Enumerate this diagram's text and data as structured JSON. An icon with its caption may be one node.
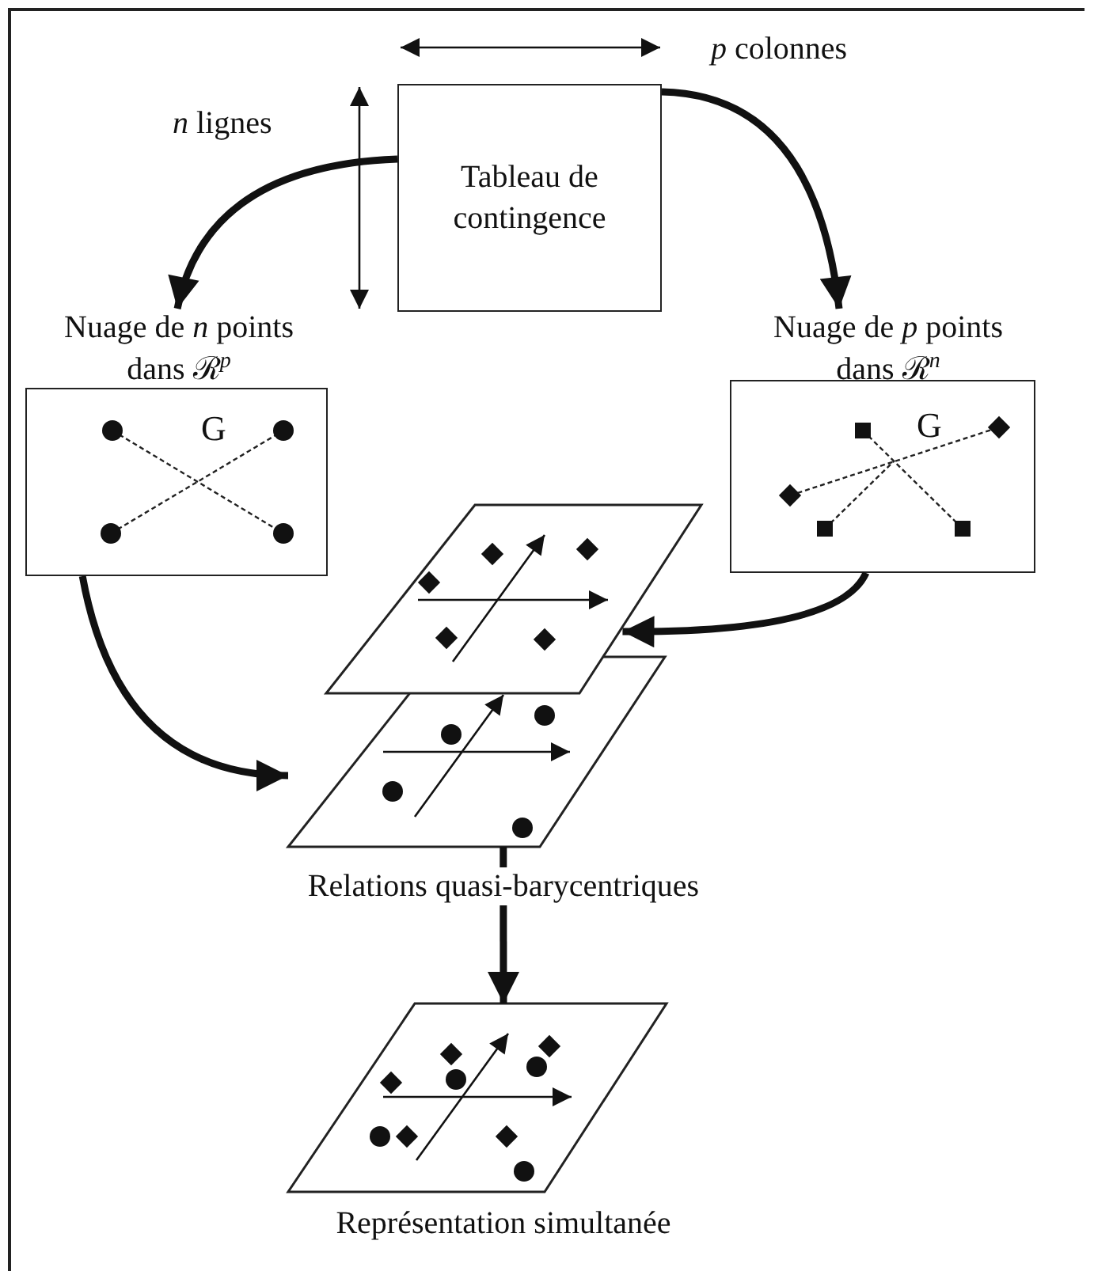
{
  "diagram": {
    "nodes": [
      {
        "text": [
          "Tableau de contingence"
        ]
      },
      {
        "text": [
          "Nuage de *n* points dans ℛ$^{p}$",
          "G"
        ]
      },
      {
        "text": [
          "Nuage de *p* points dans ℛ$^{n}$",
          "G"
        ]
      },
      {
        "text": [],
        "shape": "picture"
      },
      {
        "text": [],
        "shape": "picture"
      },
      {
        "text": [],
        "shape": "picture",
        "beside": [
          "Représentation simultanée"
        ]
      }
    ],
    "edges": [
      {
        "from": 0,
        "to": 1,
        "arrow": "to",
        "label": "*n* lignes"
      },
      {
        "from": 0,
        "to": 2,
        "arrow": "to",
        "label": "*p* colonnes"
      },
      {
        "from": 1,
        "to": 4,
        "arrow": "to"
      },
      {
        "from": 2,
        "to": 3,
        "arrow": "to"
      },
      {
        "from": 4,
        "to": 5,
        "arrow": "to",
        "label": "Relations quasi-barycentriques"
      }
    ]
  }
}
